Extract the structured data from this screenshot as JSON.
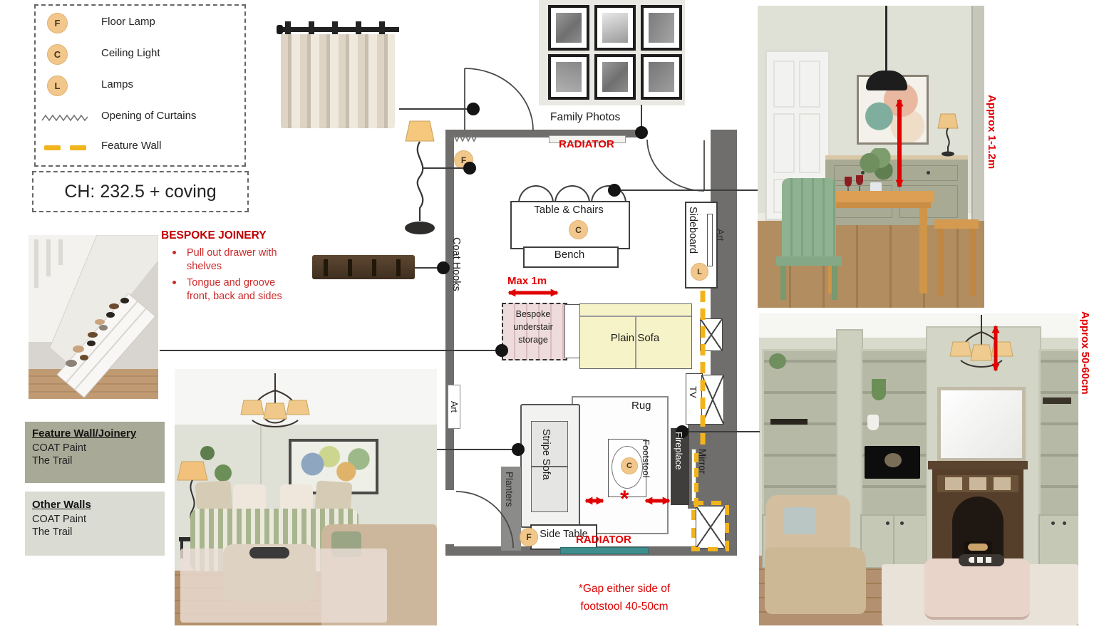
{
  "legend": {
    "items": [
      {
        "symbol": "F",
        "label": "Floor Lamp"
      },
      {
        "symbol": "C",
        "label": "Ceiling Light"
      },
      {
        "symbol": "L",
        "label": "Lamps"
      },
      {
        "symbol": "~",
        "label": "Opening of Curtains"
      },
      {
        "symbol": "--",
        "label": "Feature Wall"
      }
    ]
  },
  "ceiling_height_note": "CH: 232.5 + coving",
  "bespoke_joinery": {
    "title": "BESPOKE JOINERY",
    "bullet_1": "Pull out drawer with shelves",
    "bullet_2": "Tongue and groove front, back and sides"
  },
  "paint_notes": {
    "feature": {
      "title": "Feature Wall/Joinery",
      "line_1": "COAT Paint",
      "line_2": "The Trail"
    },
    "other": {
      "title": "Other Walls",
      "line_1": "COAT Paint",
      "line_2": "The Trail"
    }
  },
  "floor_plan": {
    "labels": {
      "family_photos": "Family Photos",
      "radiator_top": "RADIATOR",
      "table_chairs": "Table & Chairs",
      "bench": "Bench",
      "coat_hooks": "Coat Hooks",
      "sideboard": "Sideboard",
      "art_right": "Art",
      "art_left": "Art",
      "max_1m": "Max 1m",
      "bespoke_storage": "Bespoke understair storage",
      "plain_sofa": "Plain Sofa",
      "tv": "TV",
      "rug": "Rug",
      "stripe_sofa": "Stripe Sofa",
      "footstool": "Footstool",
      "fireplace": "Fireplace",
      "mirror": "Mirror",
      "planters": "Planters",
      "side_table": "Side Table",
      "radiator_bottom": "RADIATOR",
      "asterisk": "*"
    },
    "markers": {
      "f_entry": "F",
      "c_dining": "C",
      "l_sideboard": "L",
      "c_living": "C",
      "f_side_table": "F"
    }
  },
  "annotations": {
    "approx_dining": "Approx 1-1.2m",
    "approx_shelving": "Approx 50-60cm",
    "gap_note": "*Gap either side of footstool 40-50cm"
  },
  "colors": {
    "marker_fill": "#f2c78c",
    "feature_wall_gold": "#f2b41d",
    "annotation_red": "#e00000",
    "wall_gray": "#6f6e6c",
    "plain_sofa_fill": "#f7f3c9",
    "radiator_teal": "#3f8e8e",
    "sage_wall": "#dfe0d6"
  }
}
